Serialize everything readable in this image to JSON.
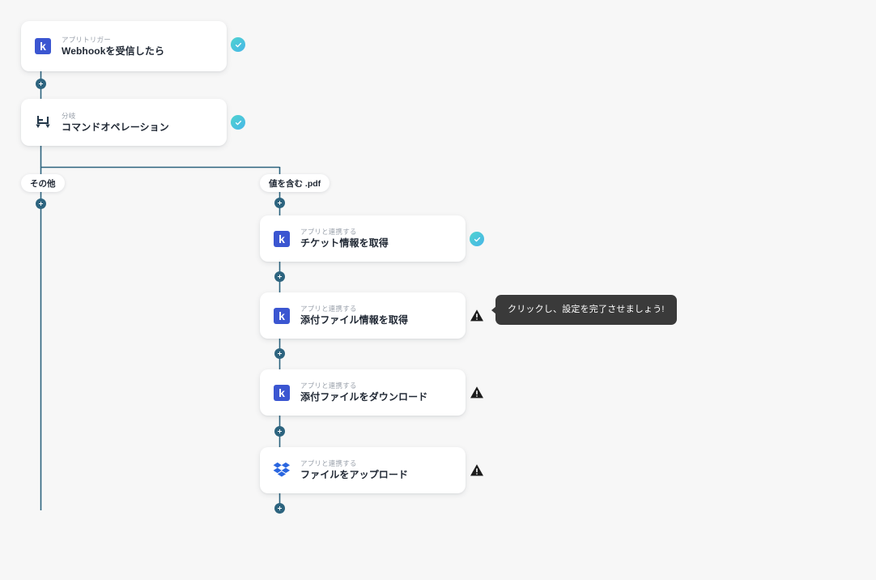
{
  "canvas": {
    "background_color": "#f7f7f7",
    "wire_color": "#2d647f"
  },
  "colors": {
    "kintone_blue": "#3b56d1",
    "dropbox_blue": "#0061fe",
    "status_ok_start": "#4fd3cf",
    "status_ok_end": "#48b6e8",
    "status_warn": "#1c1c1c",
    "node_dot": "#2d647f",
    "card_title": "#1f2733",
    "card_subtitle": "#9aa1ab",
    "tooltip_bg": "#3a3a3a"
  },
  "nodes": [
    {
      "id": "trigger",
      "icon": "kintone-k-icon",
      "icon_label": "k",
      "subtitle": "アプリトリガー",
      "title": "Webhookを受信したら",
      "status": "ok"
    },
    {
      "id": "branch",
      "icon": "branch-fork-icon",
      "icon_label": "",
      "subtitle": "分岐",
      "title": "コマンドオペレーション",
      "status": "ok"
    },
    {
      "id": "get-ticket",
      "icon": "kintone-k-icon",
      "icon_label": "k",
      "subtitle": "アプリと連携する",
      "title": "チケット情報を取得",
      "status": "ok"
    },
    {
      "id": "get-attachment-info",
      "icon": "kintone-k-icon",
      "icon_label": "k",
      "subtitle": "アプリと連携する",
      "title": "添付ファイル情報を取得",
      "status": "warn"
    },
    {
      "id": "download-attachment",
      "icon": "kintone-k-icon",
      "icon_label": "k",
      "subtitle": "アプリと連携する",
      "title": "添付ファイルをダウンロード",
      "status": "warn"
    },
    {
      "id": "upload-file",
      "icon": "dropbox-icon",
      "icon_label": "",
      "subtitle": "アプリと連携する",
      "title": "ファイルをアップロード",
      "status": "warn"
    }
  ],
  "branches": [
    {
      "id": "other",
      "label": "その他"
    },
    {
      "id": "contains-pdf",
      "label": "値を含む .pdf"
    }
  ],
  "tooltip": {
    "text": "クリックし、設定を完了させましょう!",
    "target_node": "get-attachment-info"
  }
}
